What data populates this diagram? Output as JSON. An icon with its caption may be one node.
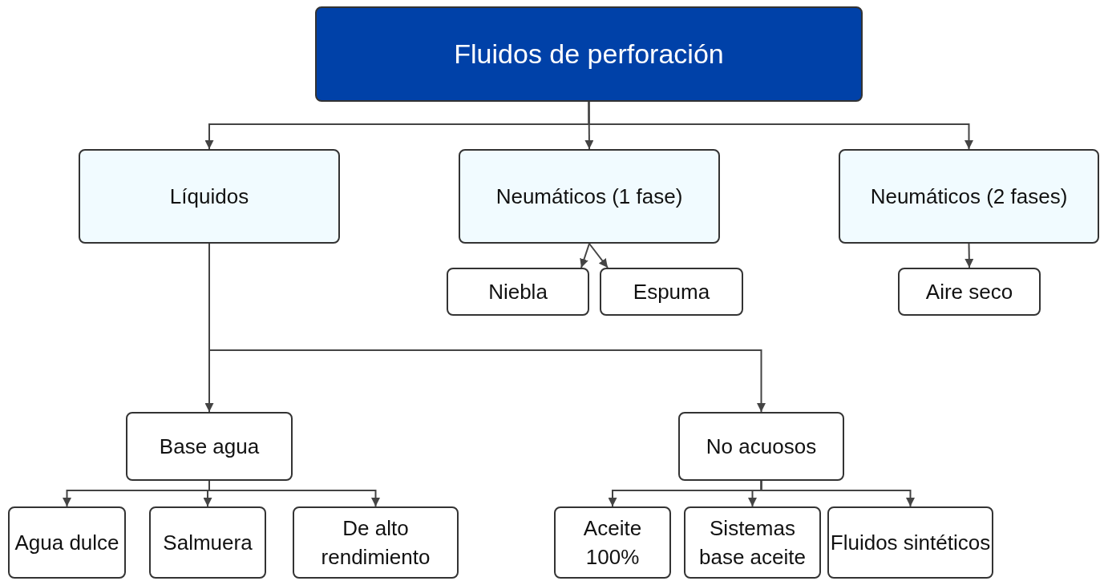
{
  "diagram": {
    "nodes": [
      {
        "text": [
          "Fluidos de perforación"
        ]
      },
      {
        "text": [
          "Líquidos"
        ]
      },
      {
        "text": [
          "Neumáticos (1 fase)"
        ]
      },
      {
        "text": [
          "Neumáticos (2 fases)"
        ]
      },
      {
        "text": [
          "Niebla"
        ]
      },
      {
        "text": [
          "Espuma"
        ]
      },
      {
        "text": [
          "Aire seco"
        ]
      },
      {
        "text": [
          "Base agua"
        ]
      },
      {
        "text": [
          "No acuosos"
        ]
      },
      {
        "text": [
          "Agua dulce"
        ]
      },
      {
        "text": [
          "Salmuera"
        ]
      },
      {
        "text": [
          "De alto rendimiento"
        ]
      },
      {
        "text": [
          "Aceite 100%"
        ]
      },
      {
        "text": [
          "Sistemas base aceite"
        ]
      },
      {
        "text": [
          "Fluidos sintéticos"
        ]
      }
    ],
    "edges": [
      {
        "from": 0,
        "to": 1,
        "arrow": "to"
      },
      {
        "from": 0,
        "to": 2,
        "arrow": "to"
      },
      {
        "from": 0,
        "to": 3,
        "arrow": "to"
      },
      {
        "from": 2,
        "to": 4,
        "arrow": "to"
      },
      {
        "from": 2,
        "to": 5,
        "arrow": "to"
      },
      {
        "from": 3,
        "to": 6,
        "arrow": "to"
      },
      {
        "from": 1,
        "to": 7,
        "arrow": "to"
      },
      {
        "from": 1,
        "to": 8,
        "arrow": "to"
      },
      {
        "from": 7,
        "to": 9,
        "arrow": "to"
      },
      {
        "from": 7,
        "to": 10,
        "arrow": "to"
      },
      {
        "from": 7,
        "to": 11,
        "arrow": "to"
      },
      {
        "from": 8,
        "to": 12,
        "arrow": "to"
      },
      {
        "from": 8,
        "to": 13,
        "arrow": "to"
      },
      {
        "from": 8,
        "to": 14,
        "arrow": "to"
      }
    ]
  }
}
